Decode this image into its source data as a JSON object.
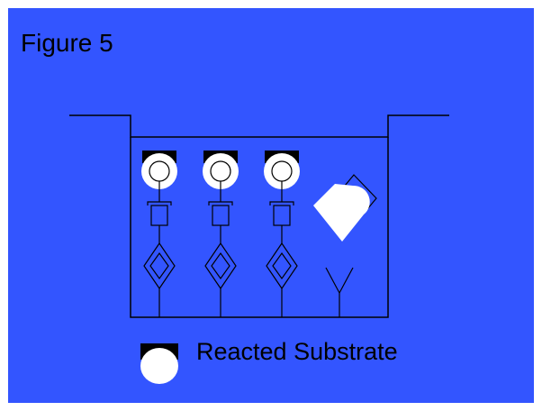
{
  "figure": {
    "title": "Figure 5",
    "background_color": "#3355ff",
    "line_color": "#000000",
    "substrate_color": "#ffffff"
  },
  "legend": {
    "label": "Reacted Substrate",
    "symbol": "reacted-substrate-icon"
  },
  "diagram": {
    "vessel": "well-outline",
    "bound_probes": 3,
    "unbound_probe": "empty-antibody-icon",
    "free_complex": "detached-substrate-complex"
  }
}
